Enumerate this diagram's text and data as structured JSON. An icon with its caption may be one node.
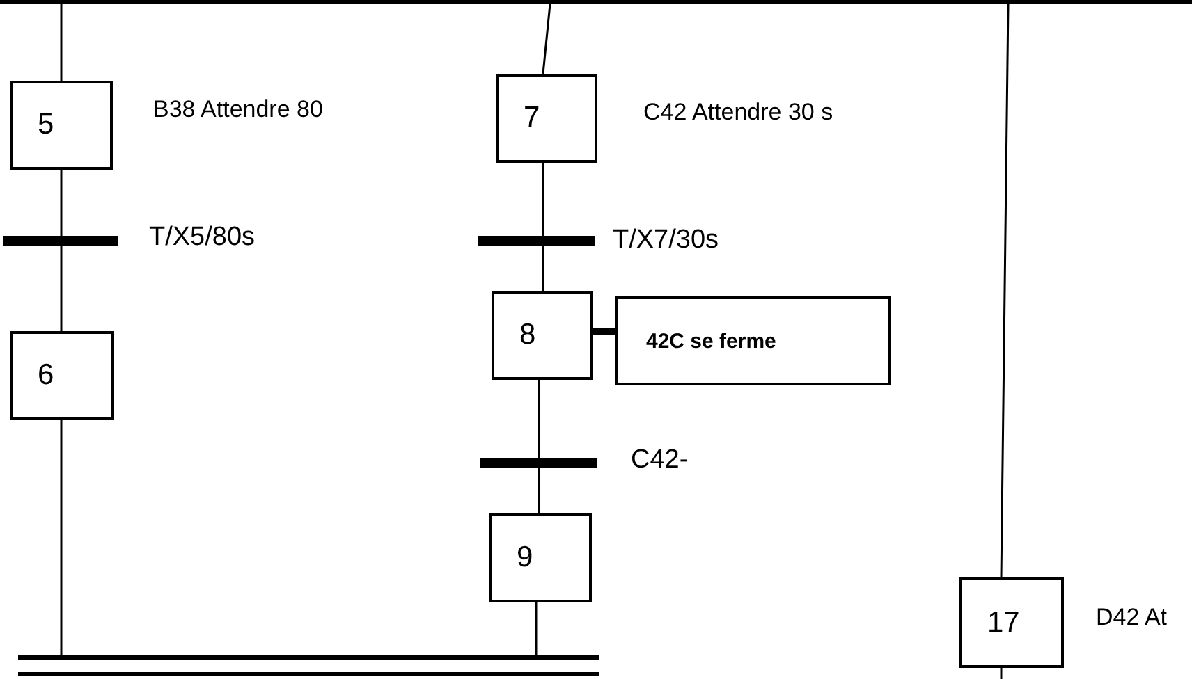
{
  "diagram": {
    "nodes": [
      {
        "text": [
          "5"
        ],
        "beside": [
          "B38 Attendre 80"
        ]
      },
      {
        "text": [
          "6"
        ]
      },
      {
        "text": [
          "7"
        ],
        "beside": [
          "C42 Attendre 30 s"
        ]
      },
      {
        "text": [
          "8"
        ]
      },
      {
        "text": [
          "42C se ferme"
        ]
      },
      {
        "text": [
          "9"
        ]
      },
      {
        "text": [
          "17"
        ],
        "beside": [
          "D42 At"
        ]
      },
      {
        "text": [],
        "shape": "bar"
      },
      {
        "text": [],
        "shape": "bar"
      }
    ],
    "edges": [
      {
        "from": 7,
        "to": 0,
        "arrow": "none"
      },
      {
        "from": 0,
        "to": 1,
        "arrow": "none",
        "label": "T/X5/80s"
      },
      {
        "from": 1,
        "to": 8,
        "arrow": "none"
      },
      {
        "from": 7,
        "to": 2,
        "arrow": "none"
      },
      {
        "from": 2,
        "to": 3,
        "arrow": "none",
        "label": "T/X7/30s"
      },
      {
        "from": 3,
        "to": 4,
        "arrow": "none",
        "style": "thick"
      },
      {
        "from": 3,
        "to": 5,
        "arrow": "none",
        "label": "C42-"
      },
      {
        "from": 5,
        "to": 8,
        "arrow": "none"
      },
      {
        "from": 7,
        "to": 6,
        "arrow": "none"
      },
      {
        "from": 6,
        "to": null,
        "arrow": "none"
      }
    ]
  }
}
